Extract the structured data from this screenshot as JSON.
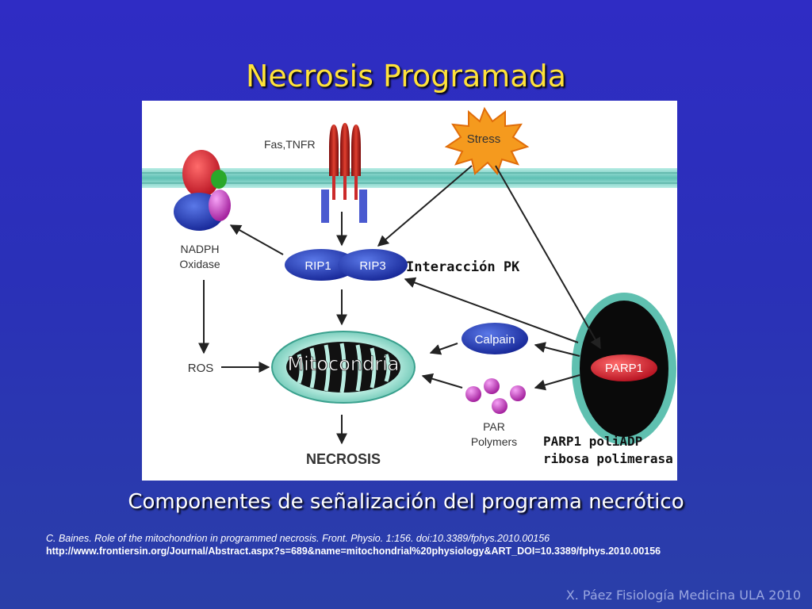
{
  "slide": {
    "title": "Necrosis Programada",
    "caption": "Componentes de señalización del programa necrótico",
    "reference_line1": "C. Baines. Role of the mitochondrion in programmed necrosis. Front. Physio. 1:156. doi:10.3389/fphys.2010.00156",
    "reference_line2": "http://www.frontiersin.org/Journal/Abstract.aspx?s=689&name=mitochondrial%20physiology&ART_DOI=10.3389/fphys.2010.00156",
    "footer": "X. Páez Fisiología Medicina ULA 2010"
  },
  "diagram": {
    "receptor_label": "Fas,TNFR",
    "stress_label": "Stress",
    "nadph_label_line1": "NADPH",
    "nadph_label_line2": "Oxidase",
    "rip1_label": "RIP1",
    "rip3_label": "RIP3",
    "interaction_label": "Interacción PK",
    "ros_label": "ROS",
    "mito_label": "Mitocondria",
    "calpain_label": "Calpain",
    "parp1_label": "PARP1",
    "par_label_line1": "PAR",
    "par_label_line2": "Polymers",
    "parp1_desc_line1": "PARP1 poliADP",
    "parp1_desc_line2": "ribosa polimerasa",
    "necrosis_label": "NECROSIS",
    "colors": {
      "membrane": "#7fd3c8",
      "node_blue": "#1c2fa8",
      "parp_red": "#c8102e",
      "par_magenta": "#c43fc4",
      "receptor_red": "#b81818",
      "stress_orange": "#f59a1e"
    }
  }
}
